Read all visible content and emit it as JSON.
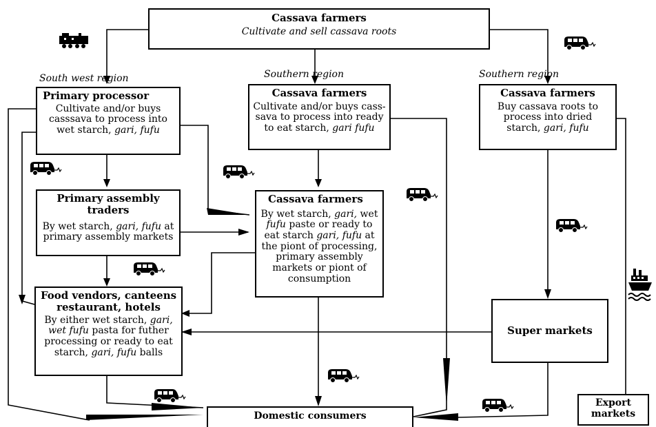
{
  "top": {
    "title": "Cassava farmers",
    "subtitle": "Cultivate and sell cassava roots"
  },
  "regions": {
    "south_west": "South west region",
    "southern_mid": "Southern region",
    "southern_right": "Southern region"
  },
  "primary_processor": {
    "title": "Primary processor",
    "desc_1": "Cultivate and/or buys casssava to process into wet starch, ",
    "desc_em": "gari, fufu"
  },
  "farmers_mid": {
    "title": "Cassava farmers",
    "desc_1": "Cultivate and/or buys cass-sava to process into ready to eat starch, ",
    "desc_em": "gari fufu"
  },
  "farmers_right": {
    "title": "Cassava farmers",
    "desc_1": "Buy cassava roots to process into dried starch, ",
    "desc_em": "gari, fufu"
  },
  "assembly_traders": {
    "title": "Primary assembly traders",
    "desc_1": "By wet starch, ",
    "desc_em": "gari, fufu",
    "desc_2": " at primary assembly markets"
  },
  "farmers_center": {
    "title": "Cassava farmers",
    "p1": "By wet starch, ",
    "e1": "gari,",
    "p2": " wet ",
    "e2": "fufu",
    "p3": " paste or ready to eat starch ",
    "e3": "gari, fufu",
    "p4": " at the piont of processing, primary assembly markets or piont of consumption"
  },
  "food_vendors": {
    "title": "Food vendors, canteens restaurant, hotels",
    "p1": "By either wet starch, ",
    "e1": "gari, wet fufu",
    "p2": " pasta for futher processing or ready to eat starch, ",
    "e2": "gari, fufu",
    "p3": " balls"
  },
  "super_markets": {
    "title": "Super markets"
  },
  "export_markets": {
    "title": "Export markets"
  },
  "domestic_consumers": {
    "title": "Domestic consumers"
  }
}
